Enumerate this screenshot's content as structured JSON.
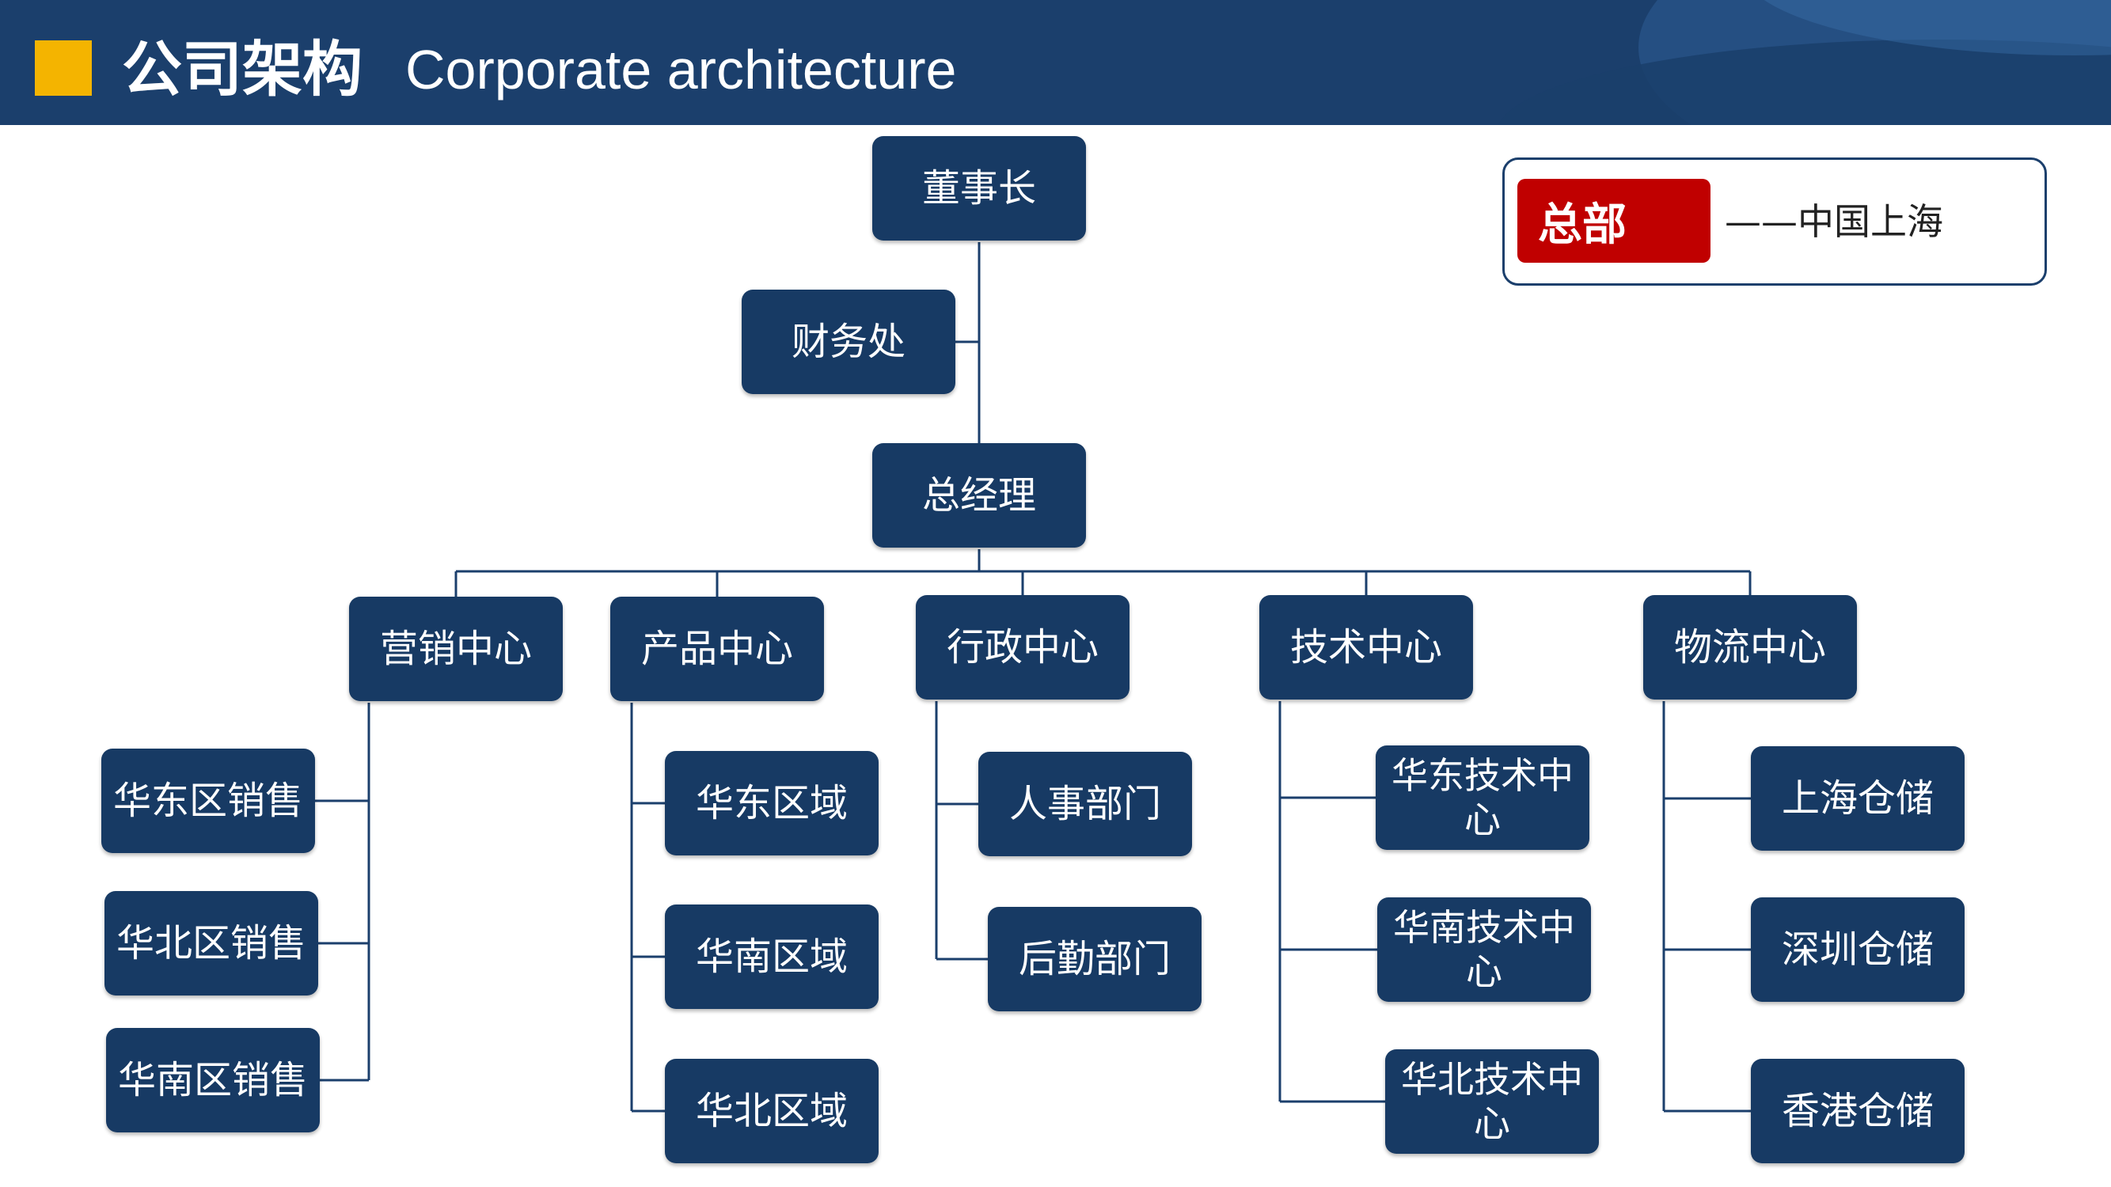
{
  "header": {
    "title_cn": "公司架构",
    "title_en": "Corporate architecture",
    "background_color": "#1b3f6c",
    "accent_color": "#f4b400"
  },
  "legend": {
    "tag": "总部",
    "text": "——中国上海",
    "tag_color": "#c00000"
  },
  "chart": {
    "node_color": "#173a64",
    "chairman": "董事长",
    "finance": "财务处",
    "general_manager": "总经理",
    "centers": [
      {
        "name": "营销中心",
        "children": [
          "华东区销售",
          "华北区销售",
          "华南区销售"
        ]
      },
      {
        "name": "产品中心",
        "children": [
          "华东区域",
          "华南区域",
          "华北区域"
        ]
      },
      {
        "name": "行政中心",
        "children": [
          "人事部门",
          "后勤部门"
        ]
      },
      {
        "name": "技术中心",
        "children": [
          "华东技术中心",
          "华南技术中心",
          "华北技术中心"
        ]
      },
      {
        "name": "物流中心",
        "children": [
          "上海仓储",
          "深圳仓储",
          "香港仓储"
        ]
      }
    ]
  }
}
